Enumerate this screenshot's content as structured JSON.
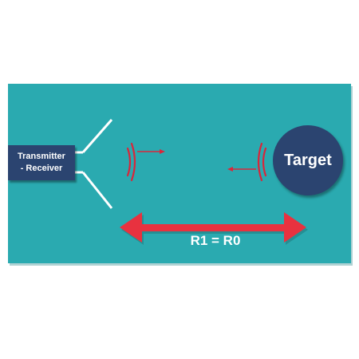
{
  "transmitter": {
    "line1": "Transmitter",
    "line2": "- Receiver"
  },
  "target": {
    "label": "Target"
  },
  "range": {
    "label": "R1 = R0"
  },
  "colors": {
    "panel": "#2aaab0",
    "box": "#2b4470",
    "wave": "#d9263a",
    "arrow": "#e8323f",
    "antenna": "#ffffff",
    "text": "#ffffff"
  }
}
